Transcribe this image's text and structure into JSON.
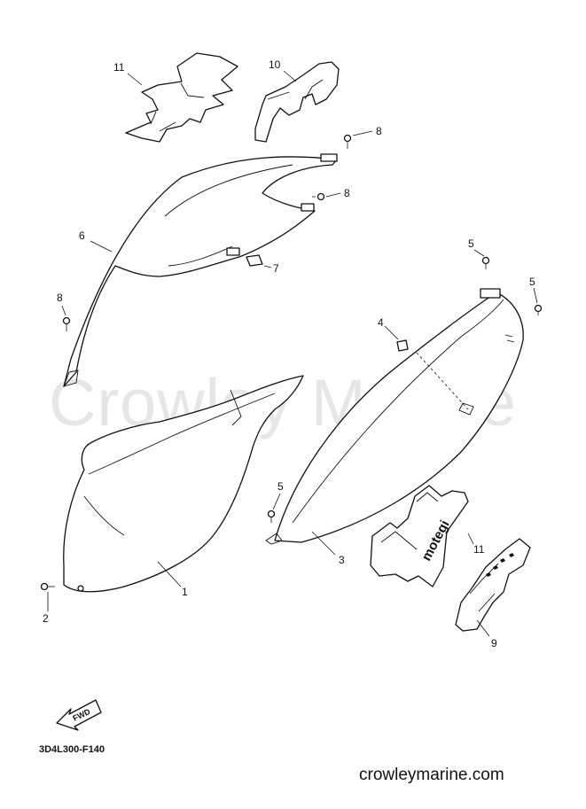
{
  "watermark": "Crowley Marine",
  "diagram_code": "3D4L300-F140",
  "site_url": "crowleymarine.com",
  "fwd_label": "FWD",
  "decal_text": "motegi",
  "callouts": {
    "c1": "1",
    "c2": "2",
    "c3": "3",
    "c4": "4",
    "c5a": "5",
    "c5b": "5",
    "c5c": "5",
    "c6": "6",
    "c7": "7",
    "c8a": "8",
    "c8b": "8",
    "c8c": "8",
    "c9": "9",
    "c10": "10",
    "c11a": "11",
    "c11b": "11"
  }
}
